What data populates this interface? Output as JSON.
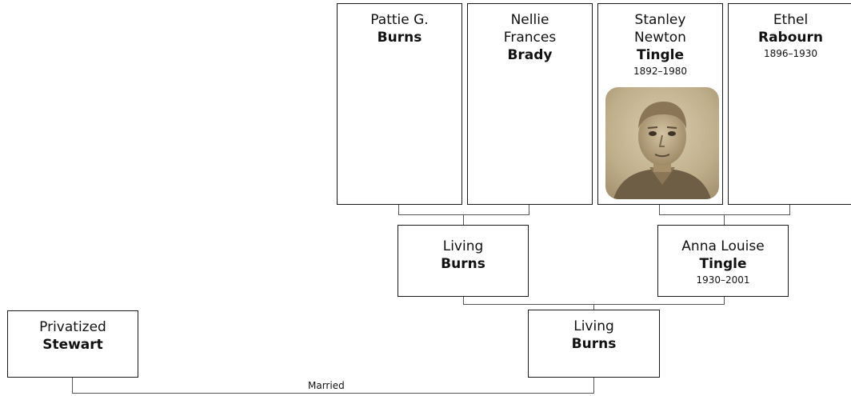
{
  "people": {
    "pattie": {
      "first": "Pattie G.",
      "last": "Burns",
      "dates": ""
    },
    "nellie": {
      "first": "Nellie Frances",
      "last": "Brady",
      "dates": ""
    },
    "stanley": {
      "first": "Stanley Newton",
      "last": "Tingle",
      "dates": "1892–1980"
    },
    "ethel": {
      "first": "Ethel",
      "last": "Rabourn",
      "dates": "1896–1930"
    },
    "living_father": {
      "first": "Living",
      "last": "Burns",
      "dates": ""
    },
    "anna": {
      "first": "Anna Louise",
      "last": "Tingle",
      "dates": "1930–2001"
    },
    "living_self": {
      "first": "Living",
      "last": "Burns",
      "dates": ""
    },
    "privatized": {
      "first": "Privatized",
      "last": "Stewart",
      "dates": ""
    }
  },
  "relation_label": "Married",
  "colors": {
    "border": "#1a1a1a",
    "connector": "#555555",
    "background": "#ffffff"
  }
}
